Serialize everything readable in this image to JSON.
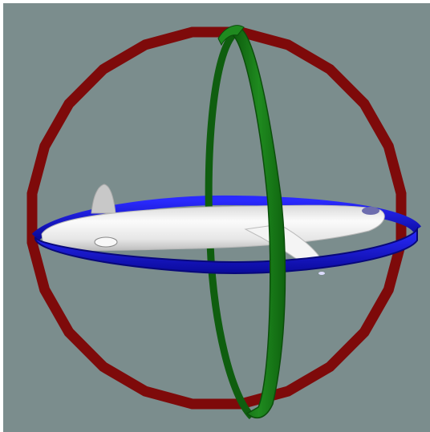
{
  "scene": {
    "background_color": "#7b8d8d",
    "objects": [
      {
        "name": "outer-ring",
        "shape": "ring",
        "color": "#7e0a0a"
      },
      {
        "name": "vertical-ring",
        "shape": "ring",
        "color": "#1a7a1a"
      },
      {
        "name": "horizontal-ring",
        "shape": "ring",
        "color": "#1212b8"
      },
      {
        "name": "airplane",
        "shape": "aircraft model",
        "color": "#eeeeee"
      }
    ]
  }
}
